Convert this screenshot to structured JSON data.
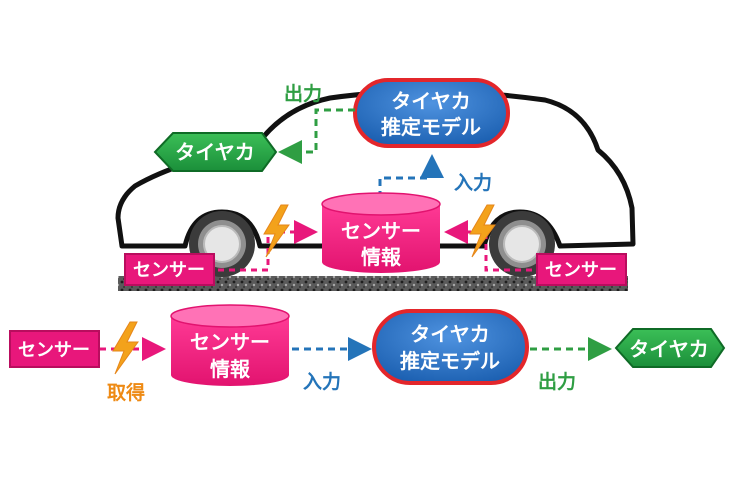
{
  "colors": {
    "pink": "#e8177b",
    "blue": "#1f6fc6",
    "red_outline": "#e3262b",
    "green": "#23a144",
    "arrow_blue": "#2474b9",
    "arrow_green": "#2f9e43",
    "lightning": "#f3a21b"
  },
  "icons": [
    "lightning-icon",
    "car-outline",
    "tire-icon",
    "ground-texture"
  ],
  "top": {
    "model_line1": "タイヤカ",
    "model_line2": "推定モデル",
    "output_label": "出力",
    "input_label": "入力",
    "tire_force": "タイヤカ",
    "db_line1": "センサー",
    "db_line2": "情報",
    "sensor_left": "センサー",
    "sensor_right": "センサー"
  },
  "bottom": {
    "sensor": "センサー",
    "acquire_label": "取得",
    "db_line1": "センサー",
    "db_line2": "情報",
    "input_label": "入力",
    "model_line1": "タイヤカ",
    "model_line2": "推定モデル",
    "output_label": "出力",
    "tire_force": "タイヤカ"
  }
}
